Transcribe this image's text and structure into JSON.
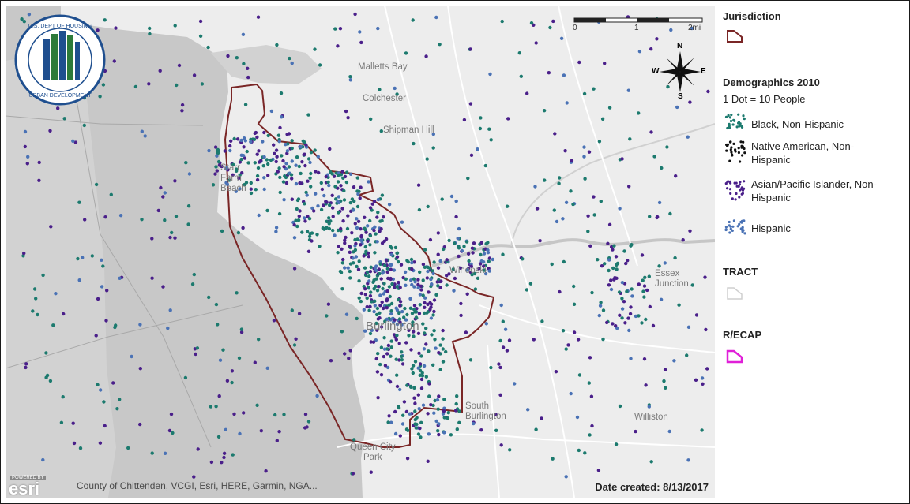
{
  "map": {
    "places": {
      "malletts_bay": "Malletts Bay",
      "colchester": "Colchester",
      "shipman_hill": "Shipman Hill",
      "starr_farm_beach": "Starr\nFarm\nBeach",
      "winooski": "Winooski",
      "burlington": "Burlington",
      "essex_junction": "Essex\nJunction",
      "south_burlington": "South\nBurlington",
      "williston": "Williston",
      "queen_city_park": "Queen City\nPark"
    },
    "scale_labels": [
      "0",
      "1",
      "2mi"
    ],
    "compass": {
      "n": "N",
      "s": "S",
      "e": "E",
      "w": "W"
    },
    "attribution": "County of Chittenden, VCGI, Esri, HERE, Garmin, NGA...",
    "esri_logo": {
      "powered_by": "POWERED BY",
      "name": "esri"
    },
    "date_created": "Date created: 8/13/2017",
    "seal_text": "U.S. DEPARTMENT OF HOUSING AND URBAN DEVELOPMENT",
    "colors": {
      "background": "#ededed",
      "water": "#c9c9c9",
      "jurisdiction": "#7a2626",
      "black_dot": "#1c7a6e",
      "native_dot": "#111111",
      "asian_dot": "#4a1f8a",
      "hispanic_dot": "#4a72b5",
      "recap": "#e020d8"
    }
  },
  "legend": {
    "jurisdiction_title": "Jurisdiction",
    "demographics_title": "Demographics 2010",
    "dot_scale": "1 Dot = 10 People",
    "items": [
      {
        "label": "Black, Non-Hispanic",
        "color": "#1c7a6e"
      },
      {
        "label": "Native American, Non-\nHispanic",
        "color": "#111111"
      },
      {
        "label": "Asian/Pacific Islander, Non-\nHispanic",
        "color": "#4a1f8a"
      },
      {
        "label": "Hispanic",
        "color": "#4a72b5"
      }
    ],
    "tract_title": "TRACT",
    "recap_title": "R/ECAP"
  }
}
